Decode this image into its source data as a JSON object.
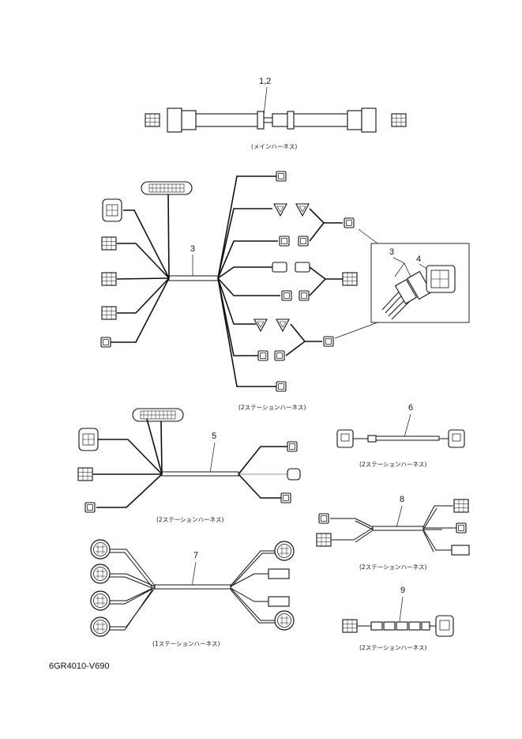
{
  "callouts": {
    "main_harness": "1,2",
    "station2_harness_a": "3",
    "detail_wire": "3",
    "detail_connector": "4",
    "harness_5": "5",
    "harness_6": "6",
    "harness_7": "7",
    "harness_8": "8",
    "harness_9": "9"
  },
  "captions": {
    "main_harness": "(メインハーネス)",
    "station2_harness_a": "(2ステーションハーネス)",
    "harness_5": "(2ステーションハーネス)",
    "harness_6": "(2ステーションハーネス)",
    "harness_7": "(1ステーションハーネス)",
    "harness_8": "(2ステーションハーネス)",
    "harness_9": "(2ステーションハーネス)"
  },
  "part_number": "6GR4010-V690",
  "colors": {
    "line": "#111111",
    "background": "#ffffff",
    "sheath": "#999999"
  }
}
